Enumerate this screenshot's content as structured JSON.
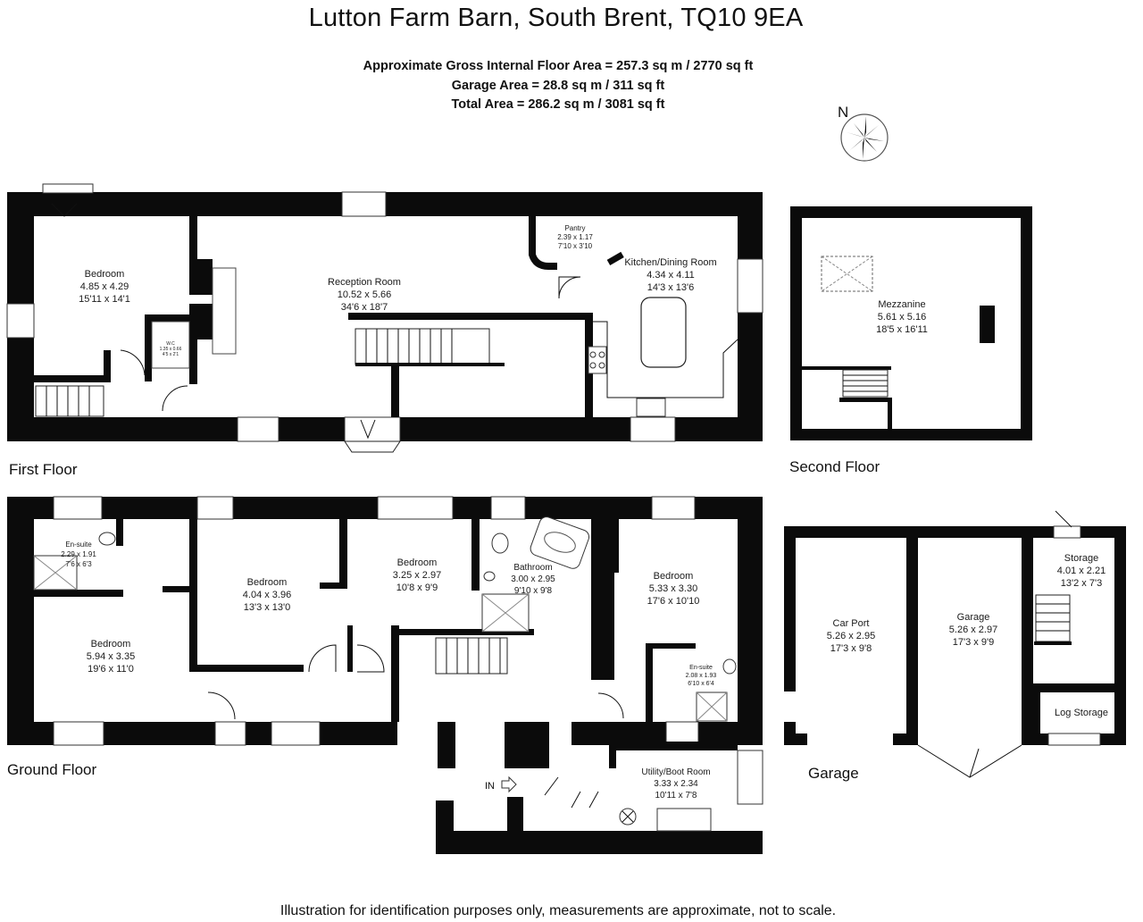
{
  "header": {
    "title": "Lutton Farm Barn, South Brent, TQ10 9EA",
    "gross_area": "Approximate Gross Internal Floor Area  = 257.3 sq m  / 2770 sq ft",
    "garage_area": "Garage Area = 28.8 sq m  / 311 sq ft",
    "total_area": "Total Area = 286.2 sq m  / 3081 sq ft"
  },
  "compass": {
    "label": "N"
  },
  "floors": {
    "first": "First Floor",
    "second": "Second Floor",
    "ground": "Ground Floor",
    "garage": "Garage"
  },
  "first_floor_rooms": {
    "bedroom": {
      "name": "Bedroom",
      "metric": "4.85 x 4.29",
      "imperial": "15'11 x 14'1"
    },
    "wc": {
      "name": "W.C",
      "metric": "1.35 x 0.66",
      "imperial": "4'5 x 2'1"
    },
    "reception": {
      "name": "Reception Room",
      "metric": "10.52 x 5.66",
      "imperial": "34'6 x 18'7"
    },
    "pantry": {
      "name": "Pantry",
      "metric": "2.39 x 1.17",
      "imperial": "7'10 x 3'10"
    },
    "kitchen": {
      "name": "Kitchen/Dining Room",
      "metric": "4.34 x 4.11",
      "imperial": "14'3 x 13'6"
    }
  },
  "second_floor_rooms": {
    "mezzanine": {
      "name": "Mezzanine",
      "metric": "5.61 x 5.16",
      "imperial": "18'5 x 16'11"
    }
  },
  "ground_floor_rooms": {
    "ensuite1": {
      "name": "En-suite",
      "metric": "2.29 x 1.91",
      "imperial": "7'6 x 6'3"
    },
    "bedroom1": {
      "name": "Bedroom",
      "metric": "5.94 x 3.35",
      "imperial": "19'6 x 11'0"
    },
    "bedroom2": {
      "name": "Bedroom",
      "metric": "4.04 x 3.96",
      "imperial": "13'3 x 13'0"
    },
    "bedroom3": {
      "name": "Bedroom",
      "metric": "3.25 x 2.97",
      "imperial": "10'8 x 9'9"
    },
    "bathroom": {
      "name": "Bathroom",
      "metric": "3.00 x 2.95",
      "imperial": "9'10 x 9'8"
    },
    "bedroom4": {
      "name": "Bedroom",
      "metric": "5.33 x 3.30",
      "imperial": "17'6 x 10'10"
    },
    "ensuite2": {
      "name": "En-suite",
      "metric": "2.08 x 1.93",
      "imperial": "6'10 x 6'4"
    },
    "utility": {
      "name": "Utility/Boot Room",
      "metric": "3.33 x 2.34",
      "imperial": "10'11 x 7'8"
    },
    "entrance": {
      "label": "IN"
    }
  },
  "garage_rooms": {
    "carport": {
      "name": "Car Port",
      "metric": "5.26 x 2.95",
      "imperial": "17'3 x 9'8"
    },
    "garage": {
      "name": "Garage",
      "metric": "5.26 x 2.97",
      "imperial": "17'3 x 9'9"
    },
    "storage": {
      "name": "Storage",
      "metric": "4.01 x 2.21",
      "imperial": "13'2 x 7'3"
    },
    "log_storage": {
      "name": "Log Storage"
    }
  },
  "footer": {
    "disclaimer": "Illustration for identification purposes only, measurements are approximate, not to scale."
  }
}
